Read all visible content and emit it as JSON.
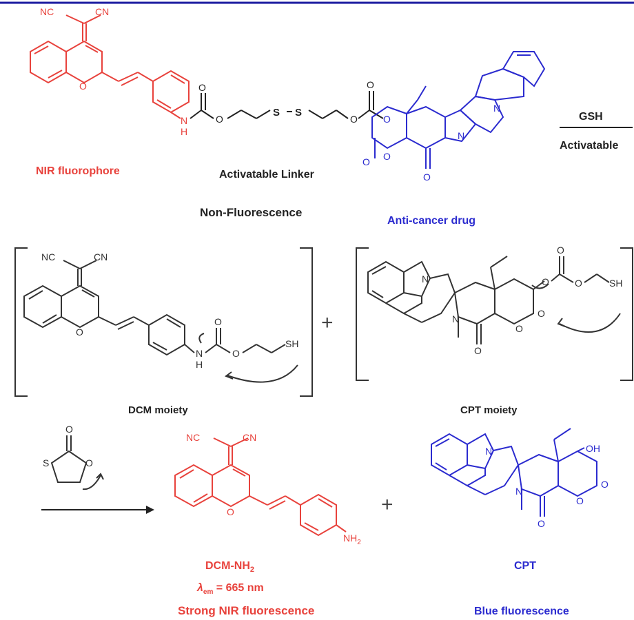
{
  "colors": {
    "red": "#e8423c",
    "blue": "#2b2bcf",
    "black": "#222222",
    "rule": "#1a1aa0"
  },
  "labels": {
    "cn": "CN",
    "nc": "NC",
    "o": "O",
    "n": "N",
    "h": "H",
    "s": "S",
    "sh": "SH",
    "oh": "OH",
    "nh2": "NH",
    "nh2_sub": "2",
    "plus": "+"
  },
  "top": {
    "nir_fluorophore": "NIR fluorophore",
    "linker": "Activatable Linker",
    "non_fluorescence": "Non-Fluorescence",
    "drug": "Anti-cancer drug",
    "gsh": "GSH",
    "activatable": "Activatable"
  },
  "middle": {
    "dcm_moiety": "DCM moiety",
    "cpt_moiety": "CPT moiety"
  },
  "bottom": {
    "product_main": "DCM-NH",
    "product_sub": "2",
    "lambda": "λ",
    "lambda_sub": "em",
    "lambda_value": " = 665 nm",
    "strong_nir": "Strong NIR fluorescence",
    "cpt": "CPT",
    "blue_fluorescence": "Blue fluorescence"
  }
}
